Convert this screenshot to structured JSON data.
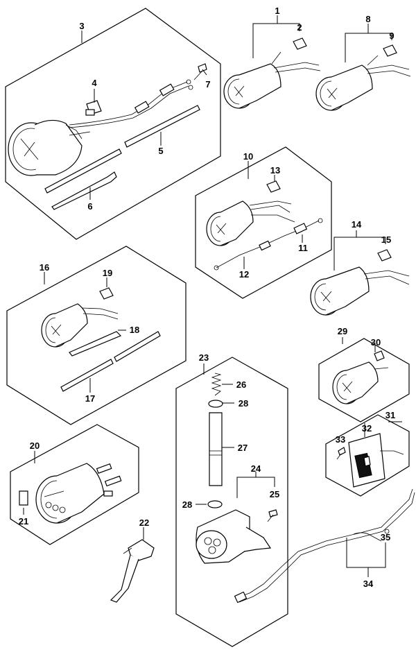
{
  "callouts": {
    "c1": "1",
    "c2": "2",
    "c3": "3",
    "c4": "4",
    "c5": "5",
    "c6": "6",
    "c7": "7",
    "c8": "8",
    "c9": "9",
    "c10": "10",
    "c11": "11",
    "c12": "12",
    "c13": "13",
    "c14": "14",
    "c15": "15",
    "c16": "16",
    "c17": "17",
    "c18": "18",
    "c19": "19",
    "c20": "20",
    "c21": "21",
    "c22": "22",
    "c23": "23",
    "c24": "24",
    "c25": "25",
    "c26": "26",
    "c27": "27",
    "c28a": "28",
    "c28b": "28",
    "c29": "29",
    "c30": "30",
    "c31": "31",
    "c32": "32",
    "c33": "33",
    "c34": "34",
    "c35": "35"
  }
}
